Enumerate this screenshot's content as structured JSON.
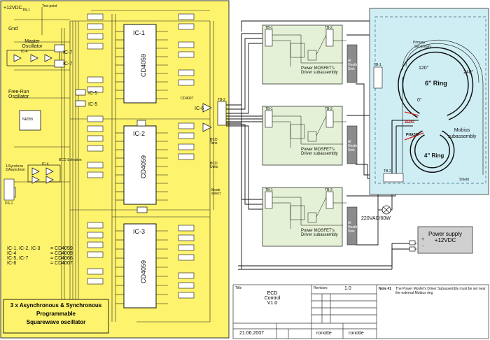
{
  "colors": {
    "left_panel": "#fdf36c",
    "mobius_panel": "#cfeef4",
    "driver_panel": "#e5f1d6",
    "heatsink": "#8b8b8b",
    "power_supply": "#d0d0d0",
    "wire": "#111111"
  },
  "left": {
    "supply": "+12VDC",
    "gnd": "Gnd",
    "tb1": "TB-1",
    "test_point": "Test point",
    "master_osc": "Master Oscillator",
    "ic4_label": "IC-4",
    "ic7a": "IC-7",
    "ic7b": "IC-7",
    "free_run": "Free-Run Oscillator",
    "ne555": "NE555",
    "ic1": "IC-1",
    "ic2": "IC-2",
    "ic3": "IC-3",
    "cd4059": "CD4059",
    "ic5a": "IC-5",
    "ic5b": "IC-5",
    "ic6": "IC-6",
    "cd4007": "CD4007",
    "bcd_sel": "BCD Selection",
    "ic4_bot": "IC-4",
    "sync": "1/Synchron 2/Asynchron",
    "ds": "DS-1",
    "mode": "Mode select",
    "tens": "BCD Tens",
    "units": "BCD Units",
    "tb2": "TB-2",
    "legend": [
      {
        "ic": "IC-1, IC-2, IC-3",
        "chip": "= CD4059"
      },
      {
        "ic": "IC-4",
        "chip": "= CD4009"
      },
      {
        "ic": "IC-5, IC-7",
        "chip": "= CD4066"
      },
      {
        "ic": "IC-6",
        "chip": "= CD4007"
      }
    ],
    "title_lines": [
      "3 x Asynchronous & Synchronous",
      "Programmable",
      "Squarewave oscillator"
    ]
  },
  "drivers": [
    {
      "tb1": "TB-1",
      "tb2": "TB-2",
      "label": "Power MOSFET's Driver subassembly",
      "sink": "Al Heath Sink"
    },
    {
      "tb1": "TB-1",
      "tb2": "TB-2",
      "label": "Power MOSFET's Driver subassembly",
      "sink": "Al Heath Sink"
    },
    {
      "tb1": "TB-1",
      "tb2": "TB-2",
      "label": "Power MOSFET's Driver subassembly",
      "sink": "Al Heath Sink"
    }
  ],
  "mobius": {
    "title": "Mobius subassembly",
    "primary": "Primary",
    "secondary": "Secondary",
    "a120": "120°",
    "a240": "240°",
    "a0": "0°",
    "ring6": "6\" Ring",
    "ring4": "4\" Ring",
    "zero": "ZERO",
    "phase": "PHASE",
    "shield": "Shield",
    "tb1": "TB-1",
    "tb2": "TB-2"
  },
  "lamp": "220VAC/60W",
  "power_supply": {
    "line1": "Power supply",
    "line2": "+12VDC",
    "plus": "+",
    "minus": "-"
  },
  "titleblock": {
    "title_hdr": "Title",
    "title": [
      "ECD",
      "Control",
      "V1.0"
    ],
    "revision_hdr": "Revision:",
    "revision": "1.0",
    "note_hdr": "Note #1",
    "note": "The Power Mosfet's Driver Subassembly must be set near the external Mobius ring",
    "date": "21.06.2007",
    "author1": "ronotte",
    "author2": "ronotte"
  }
}
